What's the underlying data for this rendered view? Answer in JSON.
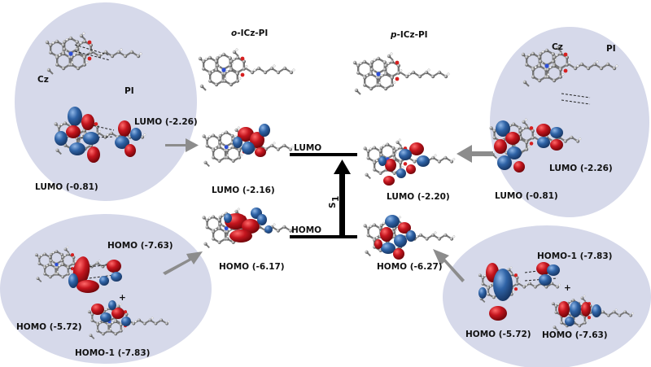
{
  "titles": {
    "o_prefix": "o",
    "o_rest": "-ICz-PI",
    "p_prefix": "p",
    "p_rest": "-ICz-PI"
  },
  "levels": {
    "lumo": "LUMO",
    "homo": "HOMO",
    "transition_main": "S",
    "transition_sub": "1"
  },
  "left_top_panel": {
    "cz": "Cz",
    "pi": "PI",
    "lumo_pi": "LUMO (-2.26)",
    "lumo_cz": "LUMO (-0.81)"
  },
  "left_bottom_panel": {
    "homo_pi": "HOMO (-7.63)",
    "homo_cz": "HOMO (-5.72)",
    "homo1": "HOMO-1 (-7.83)",
    "plus": "+"
  },
  "center_left": {
    "lumo": "LUMO (-2.16)",
    "homo": "HOMO (-6.17)"
  },
  "center_right": {
    "lumo": "LUMO (-2.20)",
    "homo": "HOMO (-6.27)"
  },
  "right_top_panel": {
    "cz": "Cz",
    "pi": "PI",
    "lumo_pi": "LUMO (-2.26)",
    "lumo_cz": "LUMO (-0.81)"
  },
  "right_bottom_panel": {
    "homo1": "HOMO-1 (-7.83)",
    "plus": "+",
    "homo_cz": "HOMO (-5.72)",
    "homo_pi": "HOMO (-7.63)"
  },
  "colors": {
    "ellipse_fill": "#d6d9ea",
    "orbital_red": "#b3121a",
    "orbital_blue": "#2f63a6",
    "arrow_gray": "#8c8c8c",
    "atom_gray": "#6e6e6e"
  }
}
